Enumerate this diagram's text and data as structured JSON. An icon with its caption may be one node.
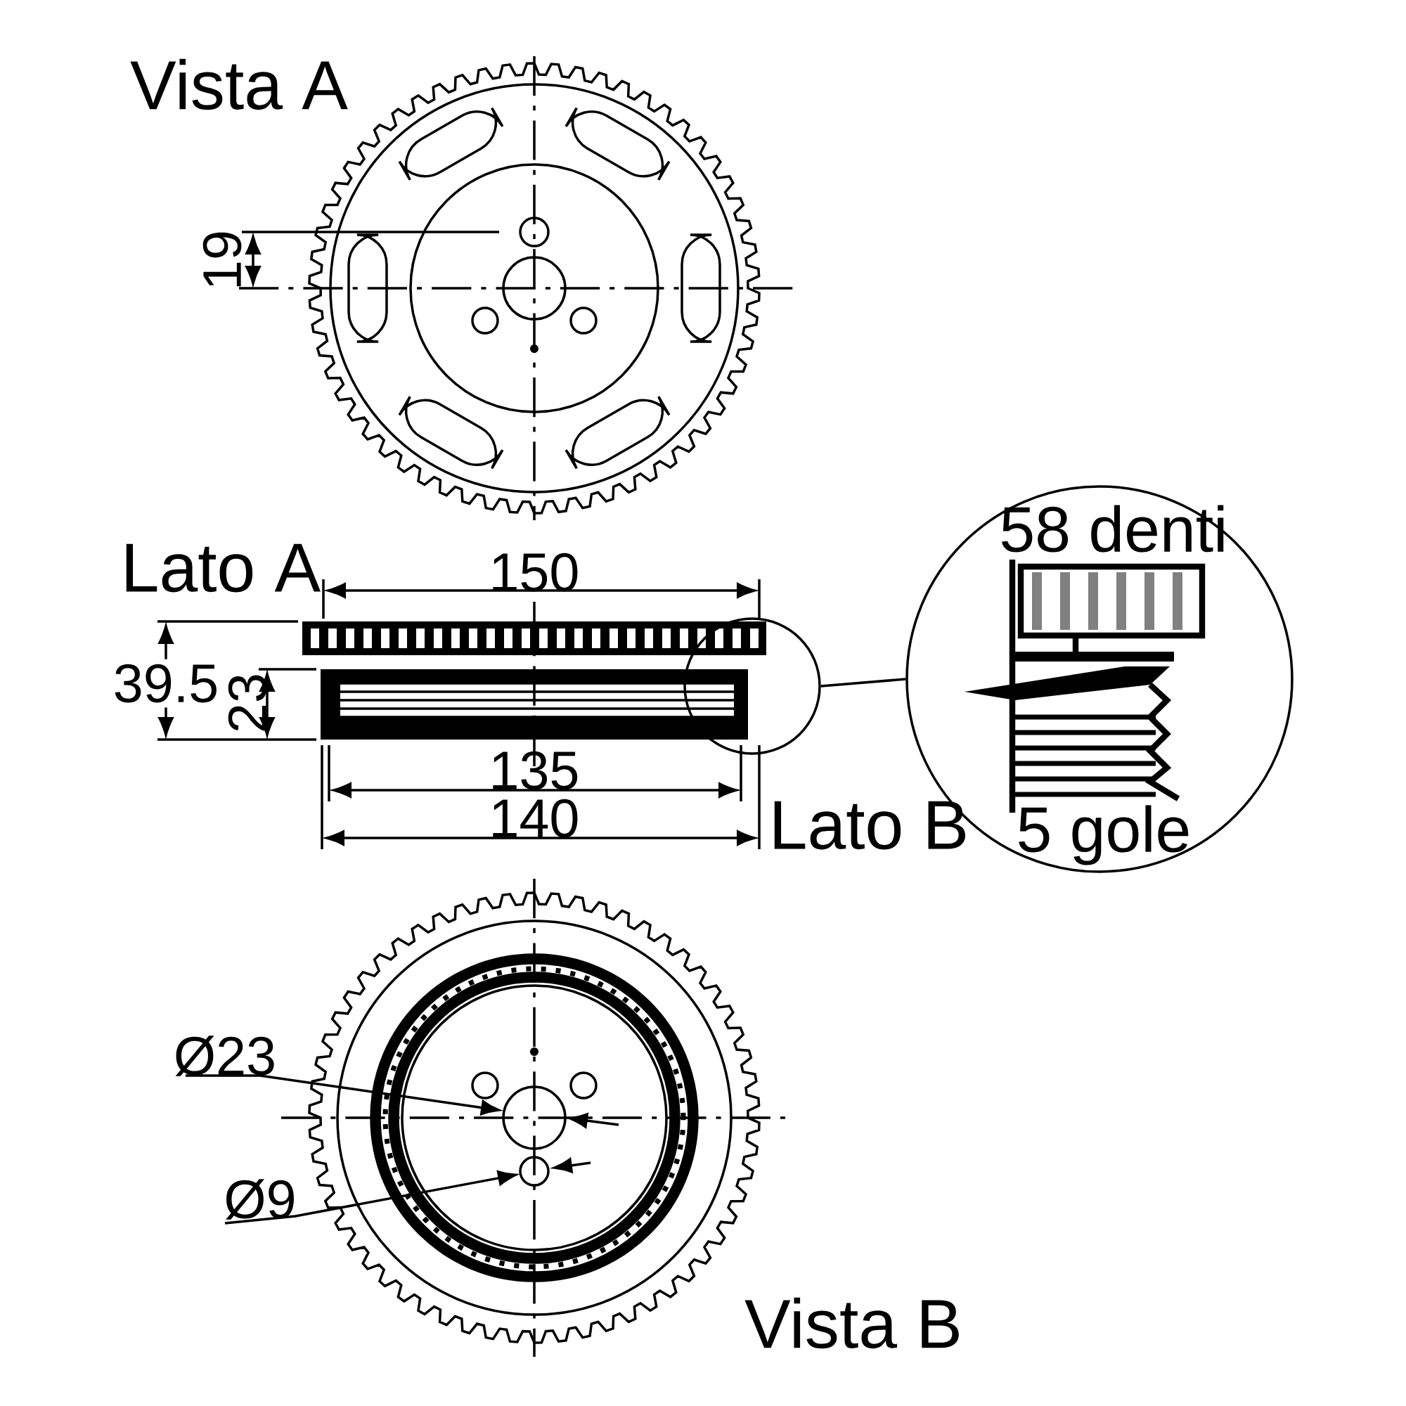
{
  "diagram": {
    "nodes": [
      {
        "text": [],
        "shape": "circle"
      },
      {
        "text": [
          "58 denti",
          "5 gole"
        ]
      }
    ],
    "edges": [
      {
        "from": 0,
        "to": 1,
        "arrow": "none"
      }
    ],
    "labels": [
      "Vista A",
      "19",
      "Lato A",
      "150",
      "39.5",
      "23",
      "135",
      "140",
      "Lato B",
      "Ø23",
      "Ø9",
      "Vista B"
    ]
  }
}
